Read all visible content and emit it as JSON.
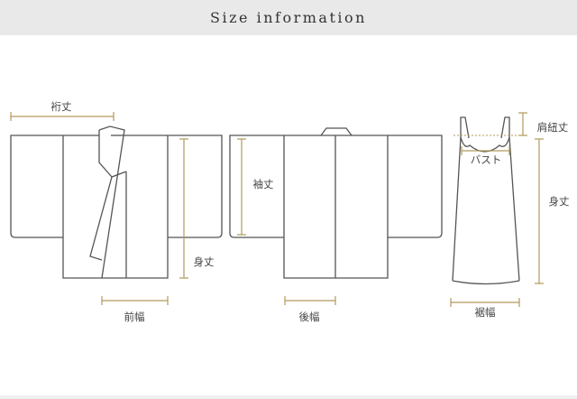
{
  "header": {
    "title": "Size information"
  },
  "colors": {
    "outline": "#555555",
    "measure": "#b09a5a",
    "header_bg": "#e9e9e9"
  },
  "labels": {
    "yuki": "裄丈",
    "mitake": "身丈",
    "maehaba": "前幅",
    "sodetake": "袖丈",
    "ushirohaba": "後幅",
    "katahimotake": "肩紐丈",
    "bust": "バスト",
    "mitake_slip": "身丈",
    "susohaba": "裾幅"
  }
}
